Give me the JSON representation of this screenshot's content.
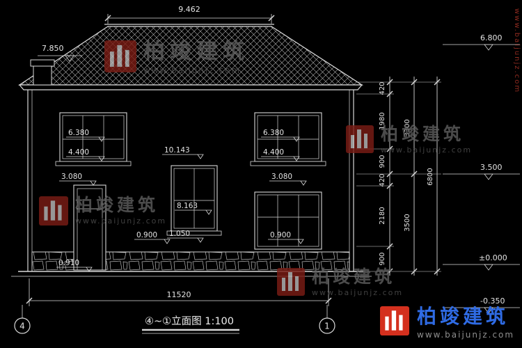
{
  "title": {
    "text": "④~①立面图 1:100"
  },
  "axis": {
    "left_bubble": "4",
    "right_bubble": "1"
  },
  "dims": {
    "ridge_width": "9.462",
    "ridge_level": "7.850",
    "eave_level": "6.800",
    "second_floor_level": "3.500",
    "ground_level": "±0.000",
    "outdoor_level": "-0.350",
    "upper_window_top": "6.380",
    "upper_window_sill": "4.400",
    "stair_window_top": "10.143",
    "stair_window_mid": "8.163",
    "stair_window_sill": "1.050",
    "lower_window_top": "3.080",
    "lower_window_sill": "0.900",
    "door_sill": "0.910",
    "total_width_mm": "11520",
    "seg_parapet": "420",
    "seg_upper_window": "1980",
    "seg_upper_sill": "900",
    "seg_lower_header": "420",
    "seg_lower_window": "2180",
    "seg_lower_sill": "900",
    "upper_floor_total": "3300",
    "lower_floor_total": "3500",
    "total_height_mm": "6800"
  },
  "watermark": {
    "brand": "柏竣建筑",
    "url": "www.baijunjz.com"
  },
  "colors": {
    "line": "#d8d8d8",
    "brand_red": "#d4301e",
    "brand_blue": "#2f6be4",
    "watermark_gray": "#5c5c5c"
  }
}
